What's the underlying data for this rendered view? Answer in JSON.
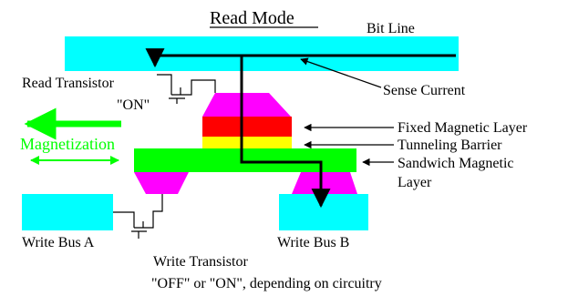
{
  "title": "Read Mode",
  "labels": {
    "bit_line": "Bit Line",
    "read_transistor": "Read Transistor",
    "read_state": "\"ON\"",
    "sense_current": "Sense Current",
    "magnetization": "Magnetization",
    "fixed_layer": "Fixed Magnetic Layer",
    "tunneling_barrier": "Tunneling Barrier",
    "sandwich_line1": "Sandwich Magnetic",
    "sandwich_line2": "Layer",
    "write_bus_a": "Write Bus A",
    "write_bus_b": "Write Bus B",
    "write_transistor": "Write Transistor",
    "write_state": "\"OFF\" or \"ON\", depending on circuitry"
  },
  "colors": {
    "bus": "#00FFFF",
    "contact": "#FF00FF",
    "fixed_layer": "#FF0000",
    "tunneling_barrier": "#FFFF00",
    "sandwich_layer": "#00FF00",
    "magnetization_text": "#00FF00",
    "wire": "#000000"
  }
}
